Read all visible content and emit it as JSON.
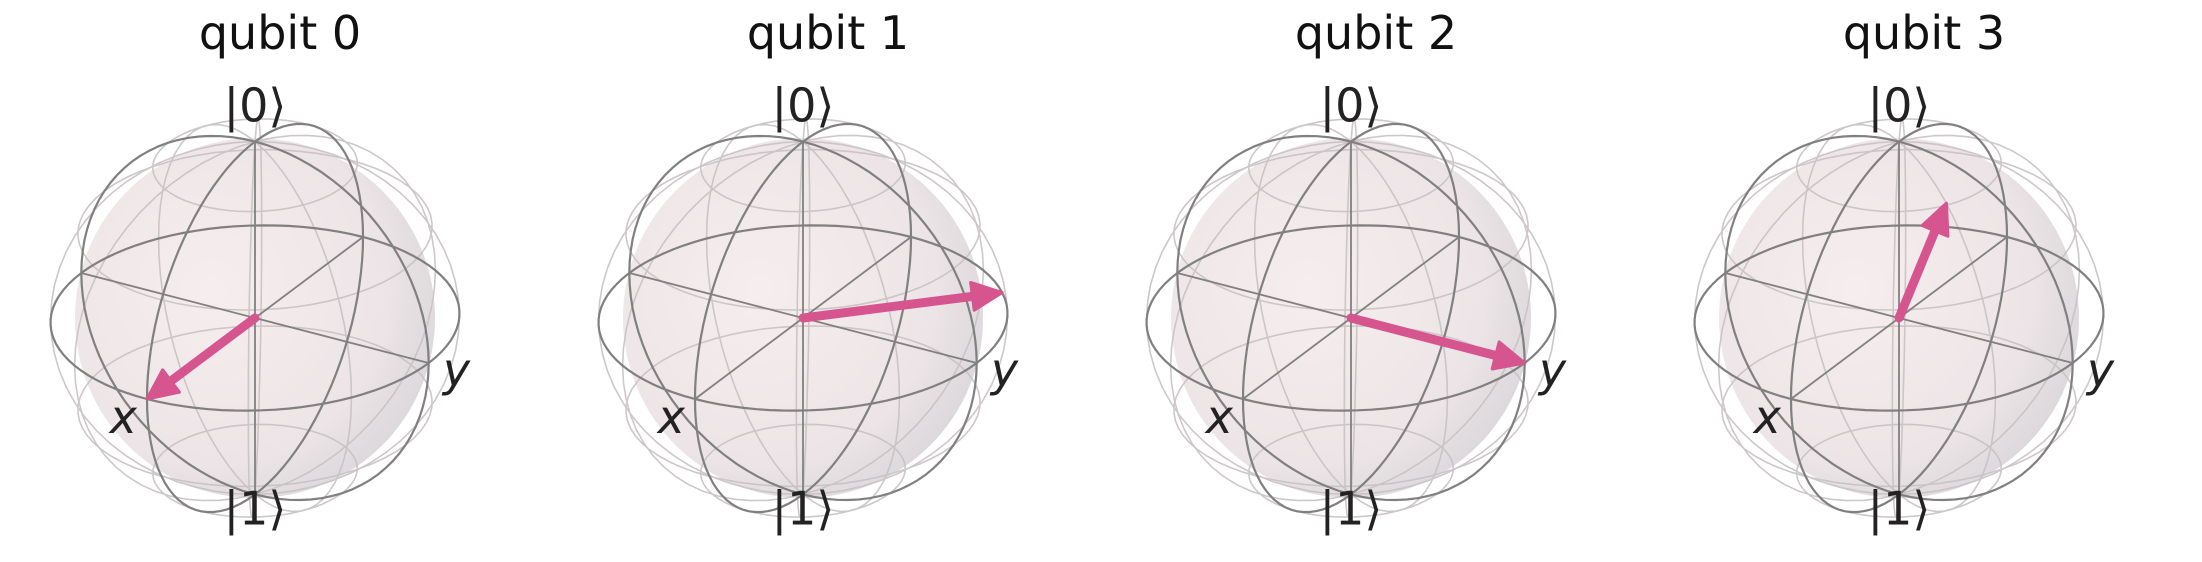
{
  "figure": {
    "qubits": [
      {
        "title": "qubit 0",
        "bloch_vector": {
          "x": 1,
          "y": 0,
          "z": 0
        }
      },
      {
        "title": "qubit 1",
        "bloch_vector": {
          "x": -0.707,
          "y": 0.707,
          "z": 0
        }
      },
      {
        "title": "qubit 2",
        "bloch_vector": {
          "x": 0,
          "y": 1,
          "z": 0
        }
      },
      {
        "title": "qubit 3",
        "bloch_vector": {
          "x": -0.6,
          "y": -0.1,
          "z": 0.35
        }
      }
    ],
    "labels": {
      "north": "|0⟩",
      "south": "|1⟩",
      "x_axis": "x",
      "y_axis": "y"
    },
    "colors": {
      "sphere_fill": "#f6eeee",
      "sphere_shade": "#d7d4d8",
      "wire": "#808080",
      "wire_faint": "#c9c2c4",
      "arrow": "#d6558f"
    }
  }
}
